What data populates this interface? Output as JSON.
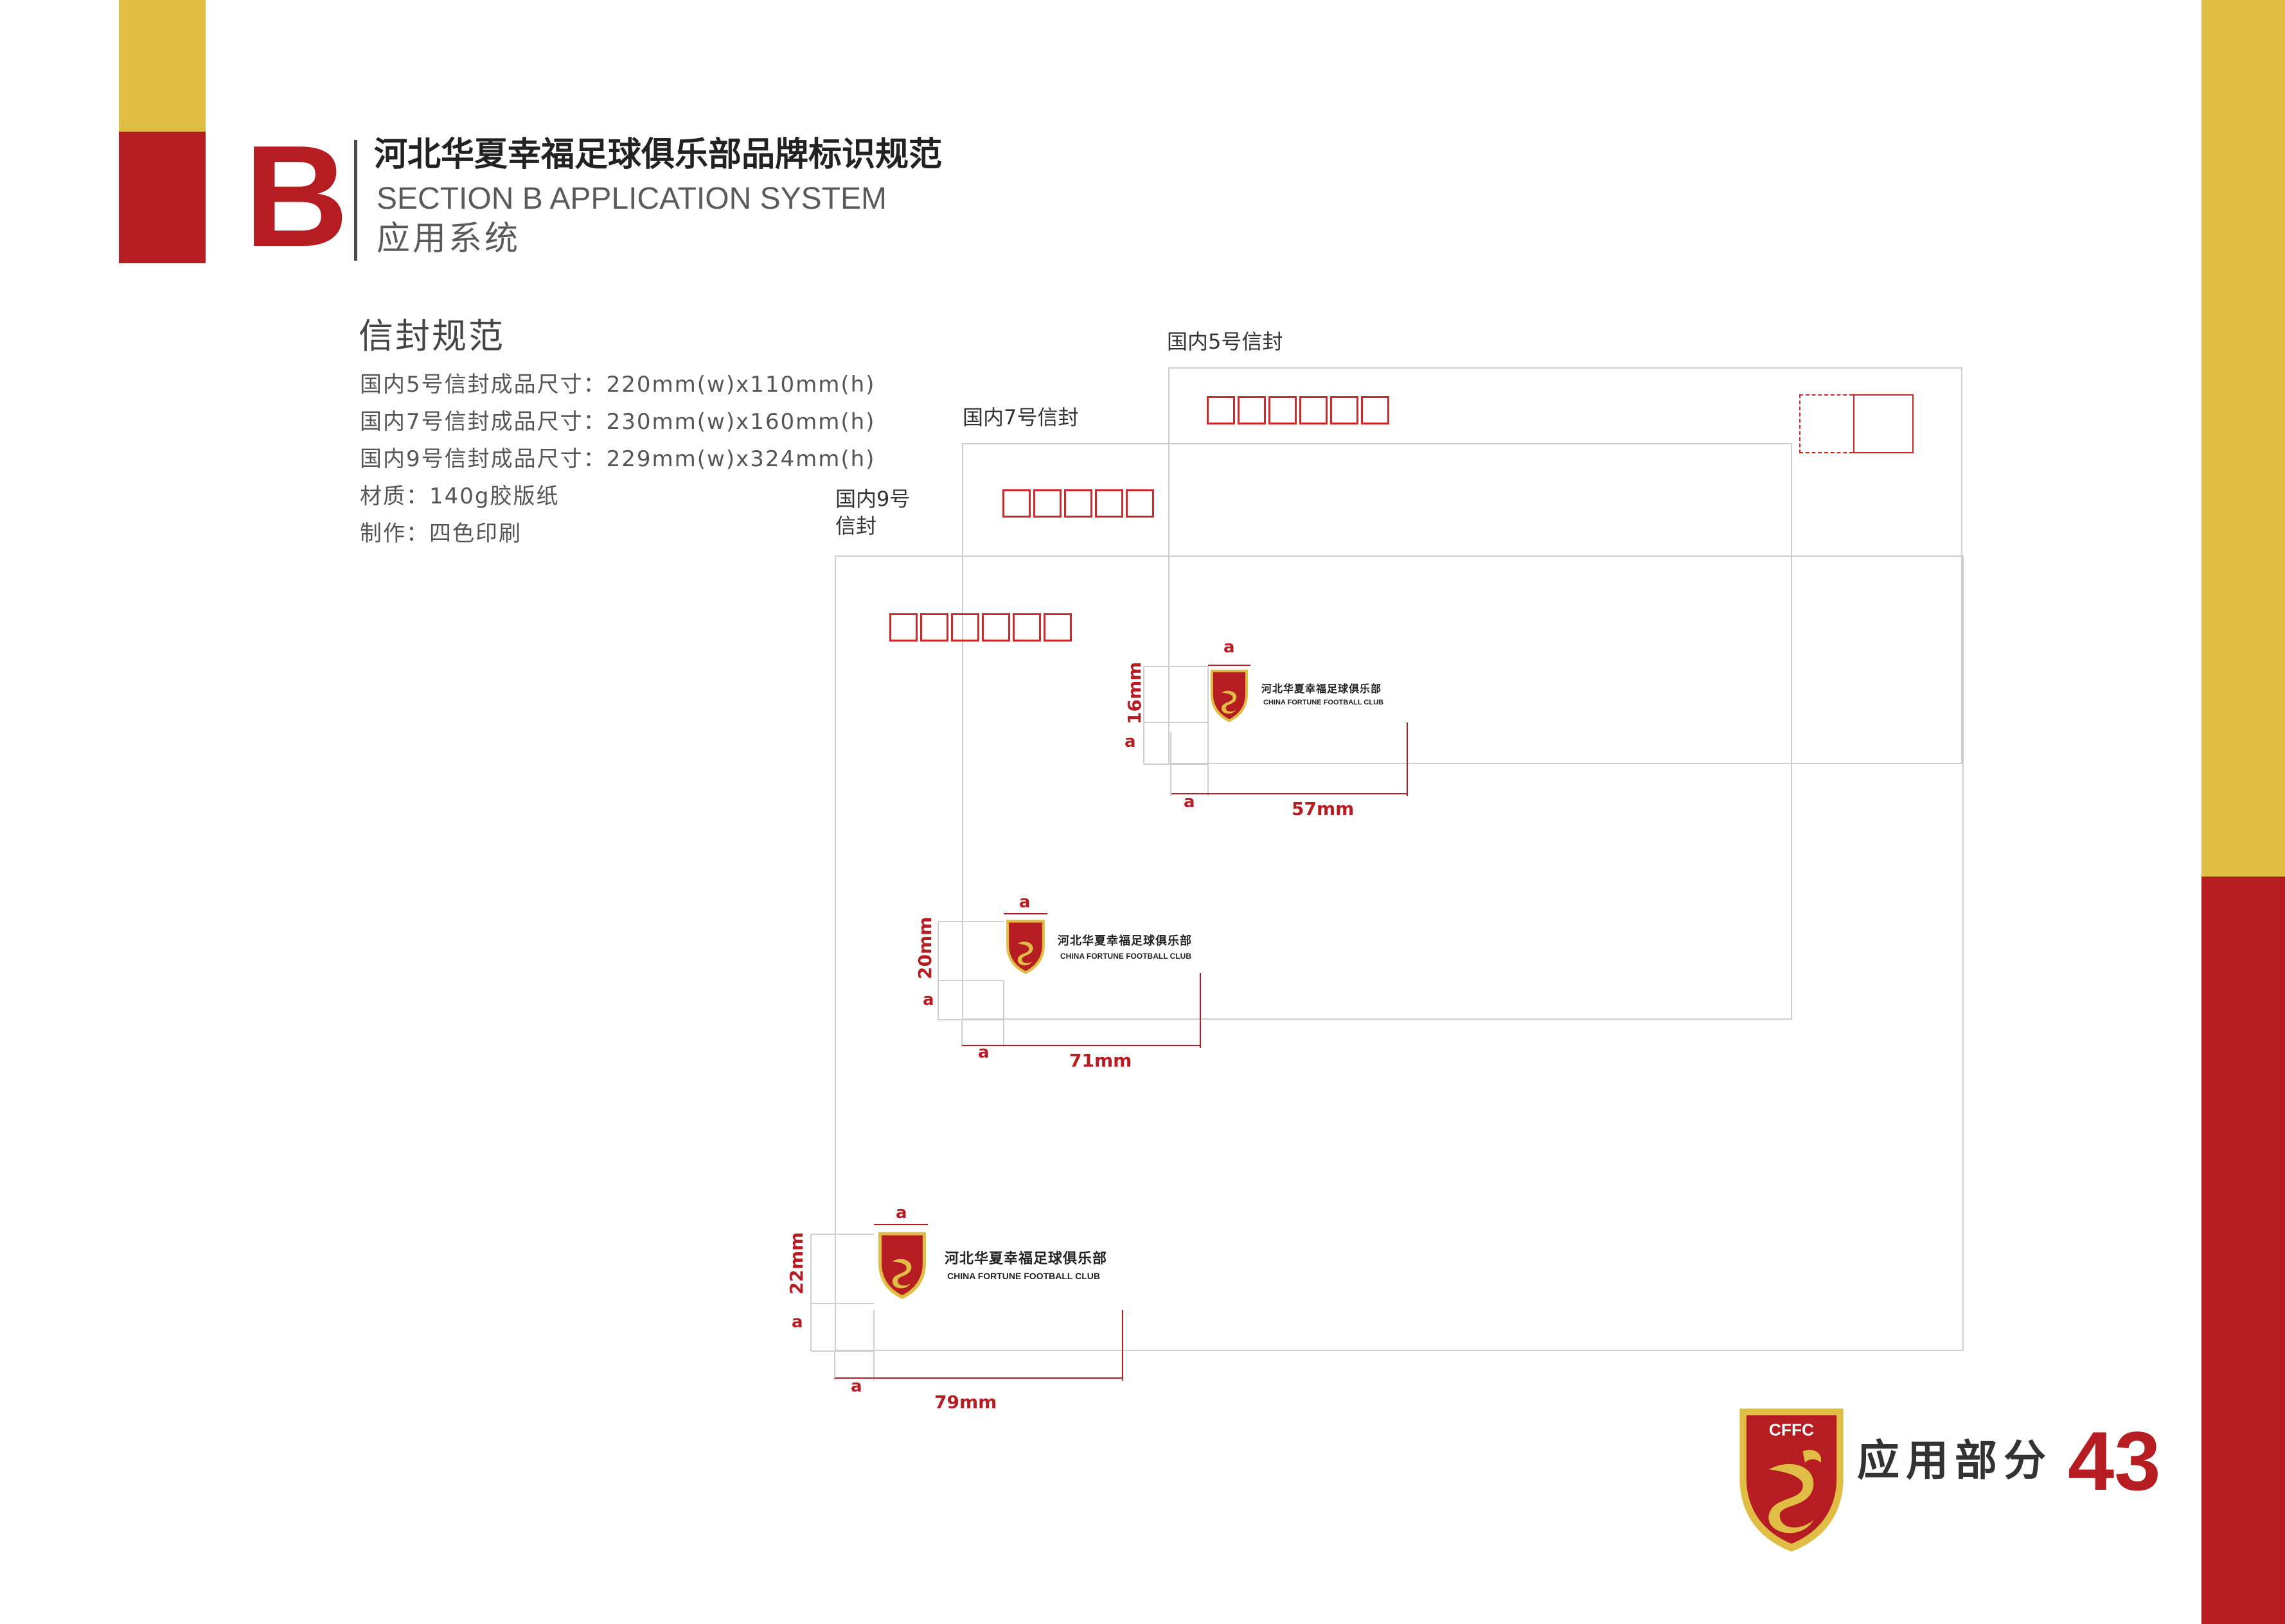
{
  "header": {
    "section_letter": "B",
    "title": "河北华夏幸福足球俱乐部品牌标识规范",
    "subtitle_en": "SECTION B APPLICATION SYSTEM",
    "subtitle_cn": "应用系统"
  },
  "spec": {
    "title": "信封规范",
    "items": [
      "国内5号信封成品尺寸：220mm(w)x110mm(h)",
      "国内7号信封成品尺寸：230mm(w)x160mm(h)",
      "国内9号信封成品尺寸：229mm(w)x324mm(h)",
      "材质：140g胶版纸",
      "制作：四色印刷"
    ]
  },
  "envelopes": {
    "no5": {
      "label": "国内5号信封",
      "logo_width": "57mm",
      "logo_height": "16mm",
      "margin_label": "a"
    },
    "no7": {
      "label": "国内7号信封",
      "logo_width": "71mm",
      "logo_height": "20mm",
      "margin_label": "a"
    },
    "no9": {
      "label_line1": "国内9号",
      "label_line2": "信封",
      "logo_width": "79mm",
      "logo_height": "22mm",
      "margin_label": "a"
    }
  },
  "club_logo": {
    "initials": "CFFC",
    "name_cn": "河北华夏幸福足球俱乐部",
    "name_en": "CHINA FORTUNE FOOTBALL CLUB"
  },
  "footer": {
    "label": "应用部分",
    "page_number": "43"
  },
  "colors": {
    "brand_red": "#b61d23",
    "brand_yellow": "#e0bd45",
    "postal_red": "#cc2a2a"
  }
}
